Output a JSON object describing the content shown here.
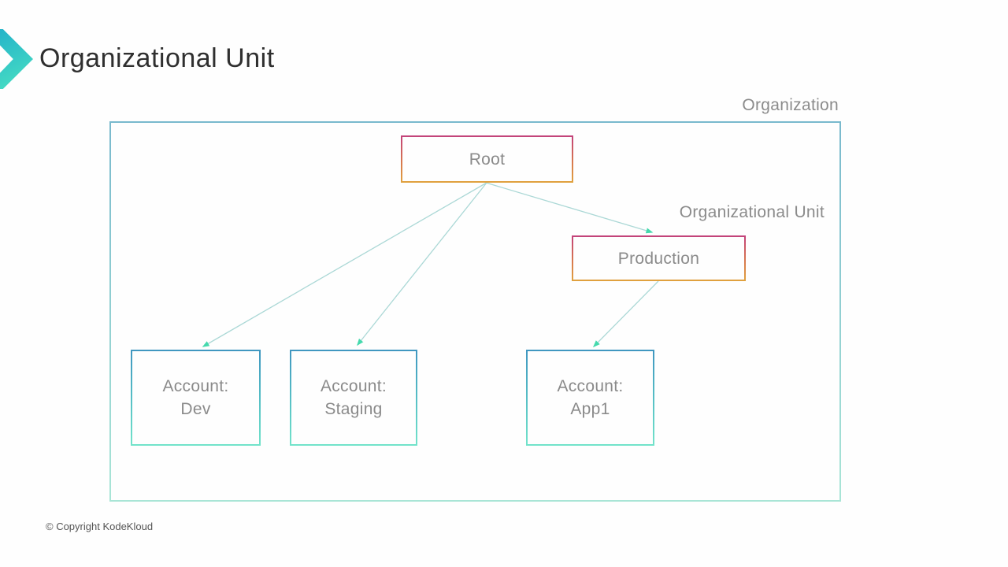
{
  "slide": {
    "title": "Organizational Unit",
    "copyright": "© Copyright KodeKloud"
  },
  "diagram": {
    "organization_label": "Organization",
    "ou_label": "Organizational Unit",
    "nodes": {
      "root": {
        "label": "Root",
        "type": "root"
      },
      "production": {
        "label": "Production",
        "type": "organizational-unit"
      },
      "account_dev": {
        "line1": "Account:",
        "line2": "Dev",
        "type": "account"
      },
      "account_staging": {
        "line1": "Account:",
        "line2": "Staging",
        "type": "account"
      },
      "account_app1": {
        "line1": "Account:",
        "line2": "App1",
        "type": "account"
      }
    },
    "edges": [
      {
        "from": "Root",
        "to": "Account: Dev"
      },
      {
        "from": "Root",
        "to": "Account: Staging"
      },
      {
        "from": "Root",
        "to": "Production"
      },
      {
        "from": "Production",
        "to": "Account: App1"
      }
    ]
  },
  "colors": {
    "title_text": "#2f2f2f",
    "label_text": "#8b8b8b",
    "chevron_gradient_start": "#24b4c9",
    "chevron_gradient_end": "#4ce2c2",
    "warm_border_top": "#c2417b",
    "warm_border_bottom": "#e0a23e",
    "cool_border_top": "#3f96c0",
    "cool_border_bottom": "#72e3ca",
    "org_border_top": "#79b9cd",
    "org_border_bottom": "#a9e5d6",
    "connector_line": "#abd8d6",
    "arrowhead": "#45d9ad"
  }
}
